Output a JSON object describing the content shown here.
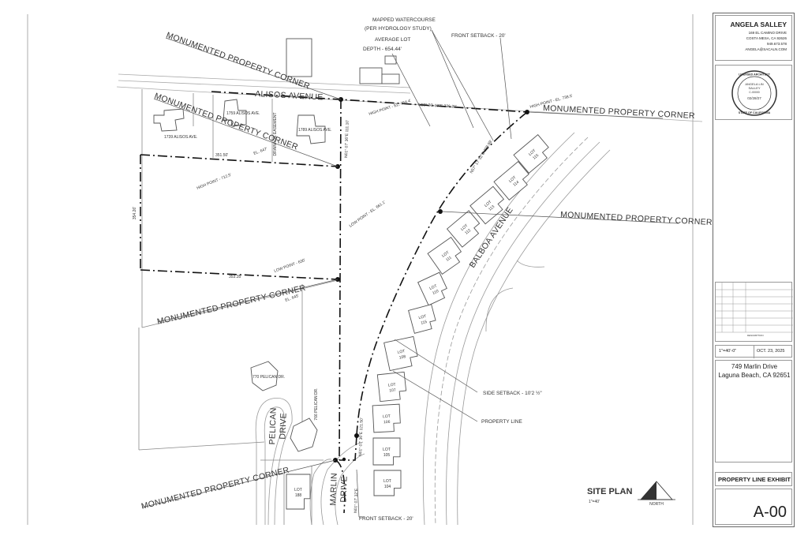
{
  "drawing": {
    "streets": {
      "alisos_avenue": "ALISOS AVENUE",
      "balboa_avenue": "BALBOA AVENUE",
      "pelican_drive_1": "PELICAN",
      "pelican_drive_2": "DRIVE",
      "marlin_drive_1": "MARLIN",
      "marlin_drive_2": "DRIVE"
    },
    "callouts": {
      "monumented_corner": "MONUMENTED PROPERTY CORNER",
      "mapped_watercourse_1": "MAPPED WATERCOURSE",
      "mapped_watercourse_2": "(PER HYDROLOGY STUDY)",
      "average_lot_1": "AVERAGE LOT",
      "average_lot_2": "DEPTH - 654.44'",
      "front_setback": "FRONT SETBACK - 20'",
      "side_setback": "SIDE SETBACK - 10'2 ½\"",
      "property_line": "PROPERTY LINE"
    },
    "addresses": {
      "a1739": "1739 ALISOS AVE.",
      "a1759": "1759 ALISOS AVE.",
      "a1789": "1789 ALISOS AVE.",
      "p770": "770 PELICAN DR.",
      "p766": "766 PELICAN DR."
    },
    "elevations": {
      "high_point_1": "HIGH POINT - EL. 754.4'",
      "high_point_2": "HIGH POINT - EL. 738.5'",
      "high_point_3": "HIGH POINT - 712.5'",
      "low_point_1": "LOW POINT - EL. 661.1'",
      "low_point_2": "LOW POINT - 630'",
      "el_645": "EL. 645'",
      "el_647": "EL. 647'"
    },
    "bearings": {
      "b1": "N89° 20' 10\"E 336.20'",
      "b2": "N01° 07' 36\"E 111.10'",
      "b3": "N01° 07' 36\"E 121.50'",
      "b4": "N57° 17' 52\"E 298.98'",
      "b5": "N01° 07' 32\"E",
      "d1": "351.50'",
      "d2": "353.35'",
      "d3": "354.26'",
      "easement": "DRAINAGE EASEMENT"
    },
    "lot_word": "LOT",
    "lots": [
      "115",
      "114",
      "113",
      "112",
      "111",
      "110",
      "115",
      "108",
      "107",
      "106",
      "105",
      "104",
      "188"
    ],
    "site_plan": {
      "title": "SITE PLAN",
      "scale": "1\"=40'",
      "north": "NORTH"
    }
  },
  "title_block": {
    "architect_name": "ANGELA SALLEY",
    "address_1": "169 EL CAMINO DRIVE",
    "address_2": "COSTA MESA, CA 92626",
    "phone": "949.673.578",
    "email": "ANGELA@SACALN.COM",
    "stamp_top": "LICENSED ARCHITECT",
    "stamp_name_1": "ANGELA LIN",
    "stamp_name_2": "SALLEY",
    "stamp_num": "C-00000",
    "stamp_date": "02/28/27",
    "stamp_bottom": "STATE OF CALIFORNIA",
    "revisions_label": "DESCRIPTION",
    "scale_value": "1\"=40'-0\"",
    "date_value": "OCT. 23, 2025",
    "project_line_1": "749 Marlin Drive",
    "project_line_2": "Laguna Beach, CA 92651",
    "sheet_title": "PROPERTY LINE EXHIBIT",
    "sheet_number": "A-00"
  }
}
